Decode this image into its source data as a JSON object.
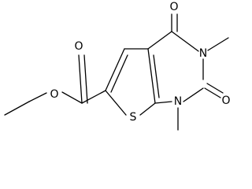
{
  "molecule": {
    "atoms": {
      "ester_carbonyl_oxygen": "O",
      "ester_oxygen": "O",
      "thiophene_sulfur": "S",
      "n3_nitrogen": "N",
      "n1_nitrogen": "N",
      "c4_carbonyl_oxygen": "O",
      "c2_carbonyl_oxygen": "O"
    }
  }
}
